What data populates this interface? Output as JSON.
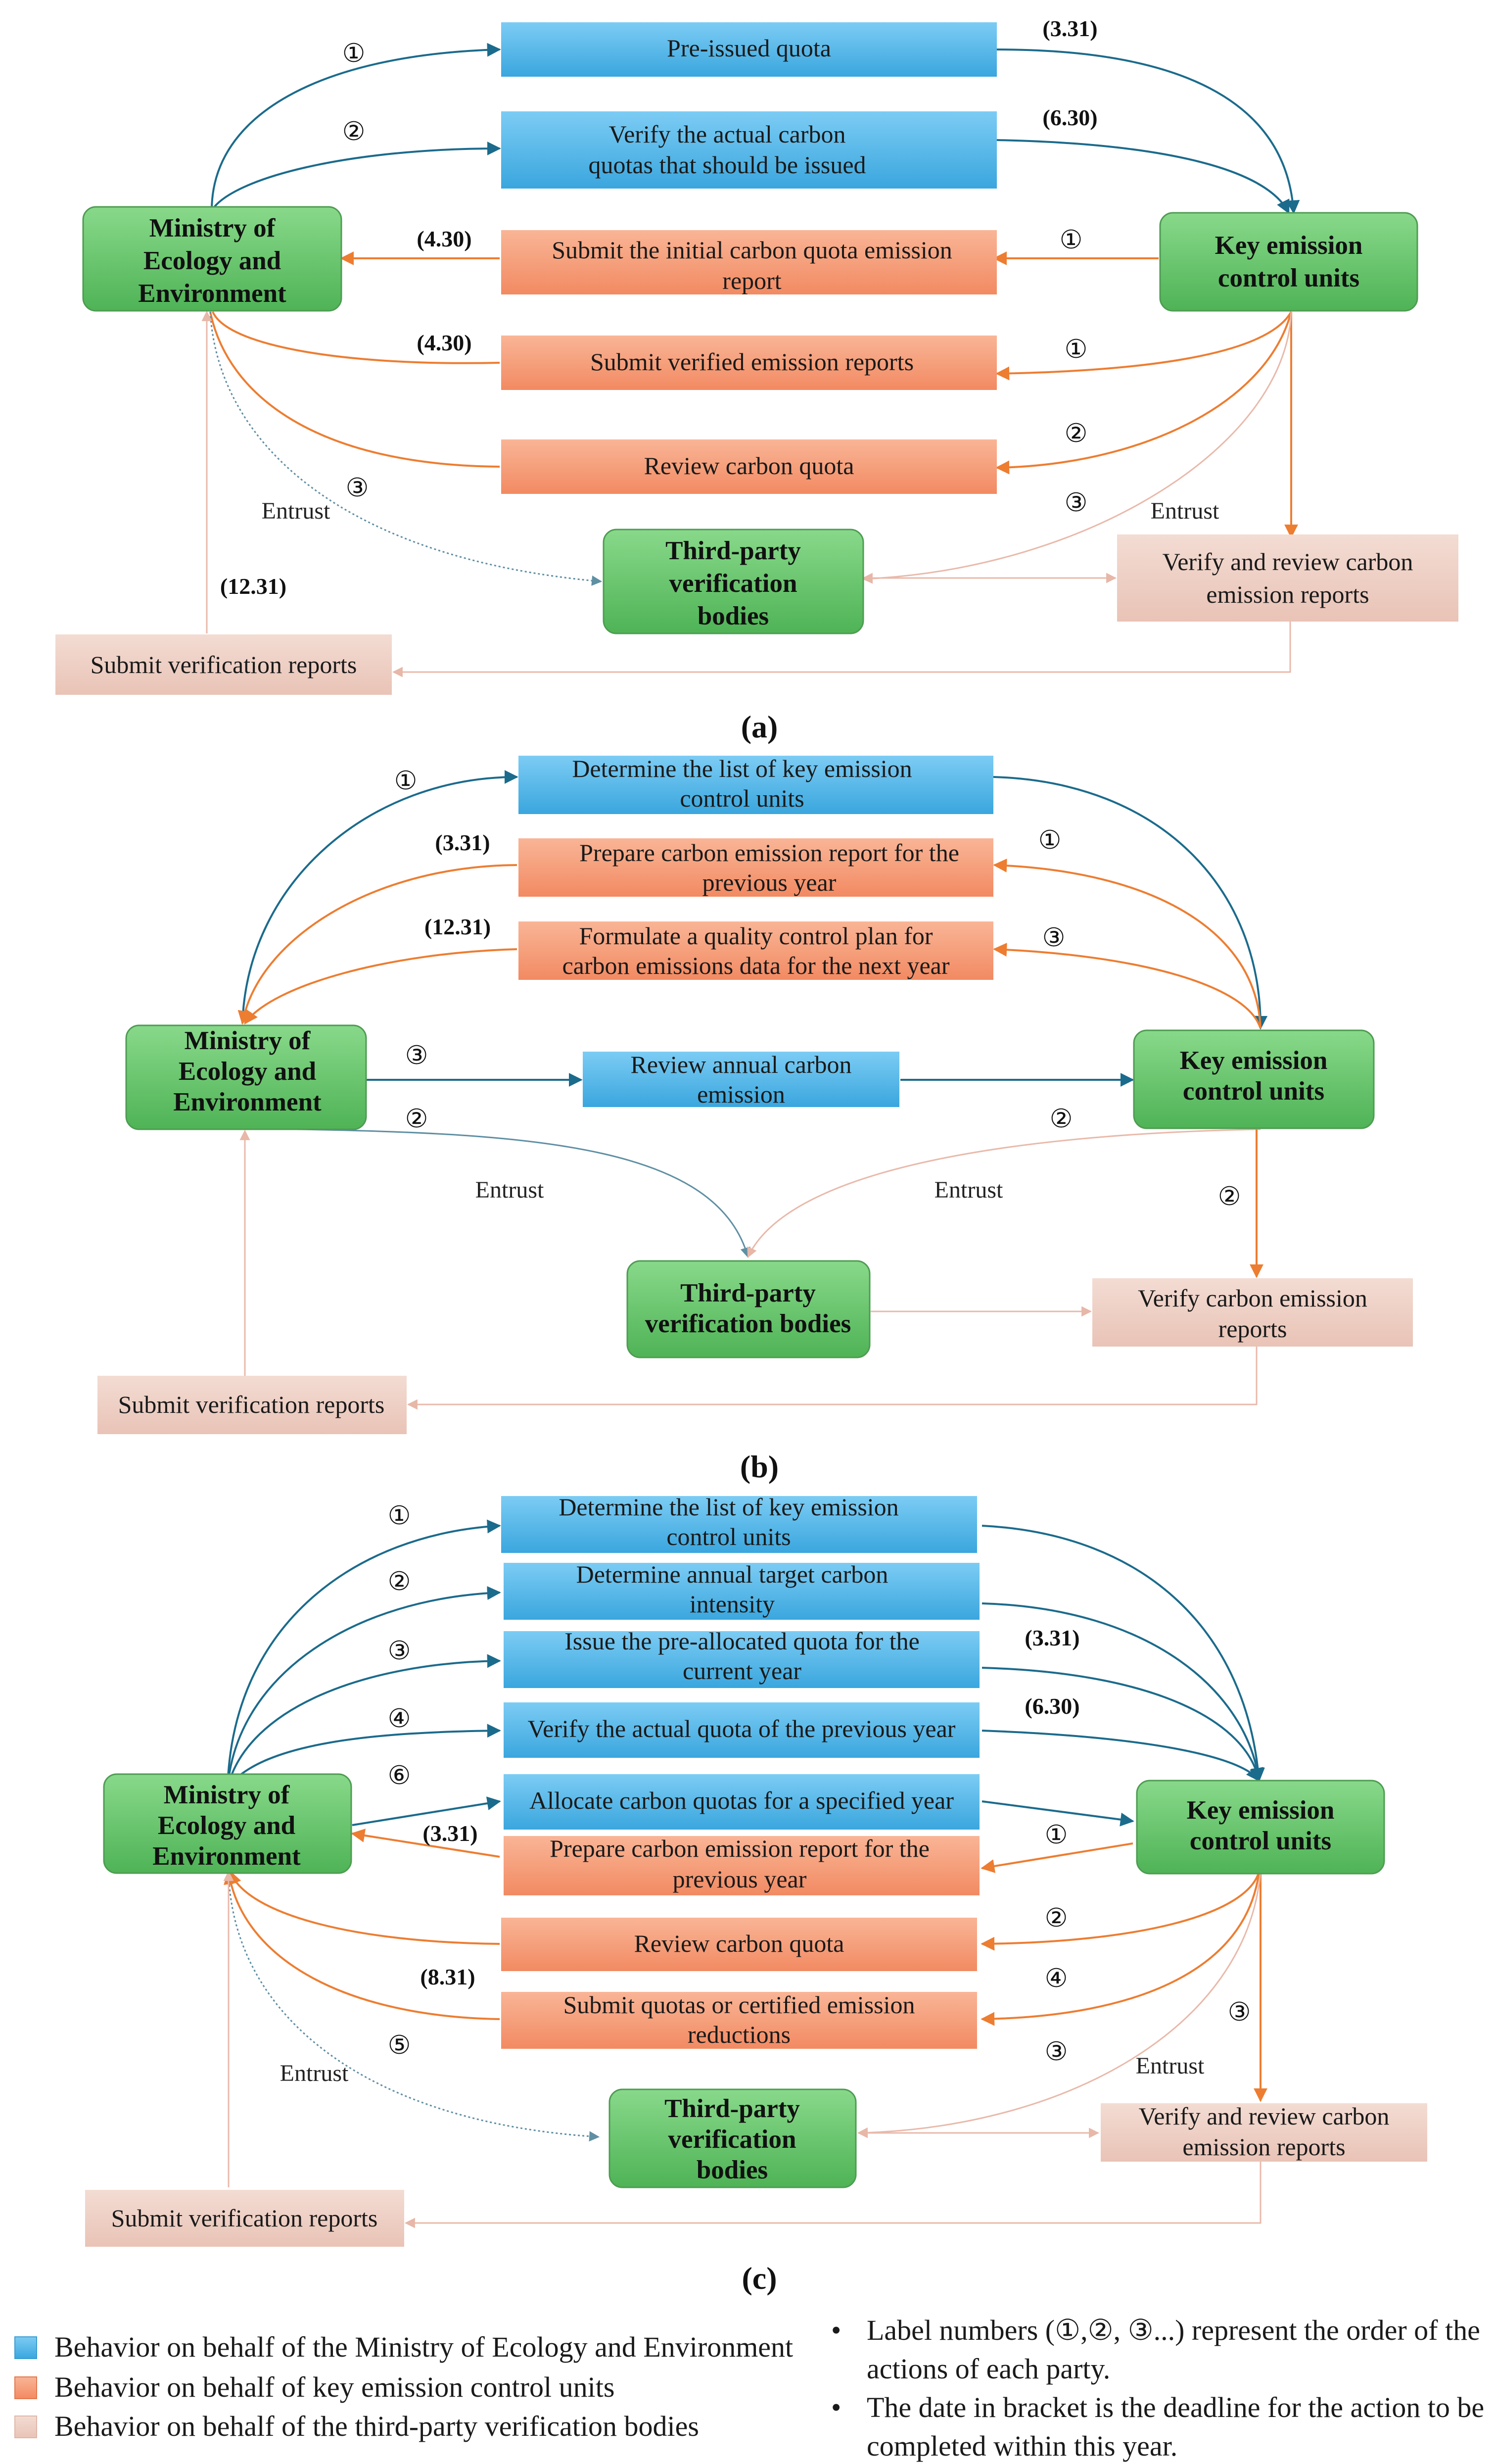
{
  "colors": {
    "ministry": "#5ab9ea",
    "ministry_line": "#1b6b8c",
    "key_emission": "#f5a07a",
    "key_line": "#ed7d31",
    "third_party": "#efcfc5",
    "third_line": "#e9b9aa",
    "entity_fill": "#6cc66f",
    "entity_stroke": "#4e9c52"
  },
  "entities": {
    "ministry": "Ministry of\nEcology and\nEnvironment",
    "key": "Key emission\ncontrol units",
    "third": "Third-party\nverification\nbodies",
    "third_b": "Third-party\nverification bodies"
  },
  "entrust": "Entrust",
  "panels": {
    "a": {
      "label": "(a)",
      "boxes": {
        "pre_issued": "Pre-issued quota",
        "verify_actual": "Verify the actual carbon\nquotas that should be issued",
        "submit_initial": "Submit the initial carbon quota emission\nreport",
        "submit_verified": "Submit verified emission reports",
        "review_quota": "Review carbon quota",
        "verify_review": "Verify and review carbon\nemission reports",
        "submit_verif": "Submit verification reports"
      },
      "steps": [
        "①",
        "②",
        "①",
        "①",
        "②",
        "③",
        "③"
      ],
      "dates": [
        "(3.31)",
        "(6.30)",
        "(4.30)",
        "(4.30)",
        "(12.31)"
      ]
    },
    "b": {
      "label": "(b)",
      "boxes": {
        "determine_list": "Determine the list of key emission\ncontrol units",
        "prepare_report": "Prepare carbon emission report for the\nprevious year",
        "formulate_plan": "Formulate a quality control plan for\ncarbon emissions data for the next year",
        "review_annual": "Review annual carbon\nemission",
        "verify_reports": "Verify carbon emission\nreports",
        "submit_verif": "Submit verification reports"
      },
      "steps": [
        "①",
        "①",
        "③",
        "③",
        "②",
        "②",
        "②"
      ],
      "dates": [
        "(3.31)",
        "(12.31)"
      ]
    },
    "c": {
      "label": "(c)",
      "boxes": {
        "determine_list": "Determine the list of key emission\ncontrol units",
        "target_intensity": "Determine annual target carbon\nintensity",
        "issue_pre": "Issue the pre-allocated quota for the\ncurrent year",
        "verify_actual": "Verify the actual quota of the previous year",
        "allocate": "Allocate carbon quotas for a specified year",
        "prepare_report": "Prepare carbon emission report for the\nprevious year",
        "review_quota": "Review carbon quota",
        "submit_quotas": "Submit quotas or certified emission\nreductions",
        "verify_review": "Verify and review carbon\nemission reports",
        "submit_verif": "Submit verification reports"
      },
      "steps": [
        "①",
        "②",
        "③",
        "④",
        "⑥",
        "⑤",
        "①",
        "②",
        "④",
        "③",
        "③"
      ],
      "dates": [
        "(3.31)",
        "(6.30)",
        "(3.31)",
        "(8.31)"
      ]
    }
  },
  "legend": {
    "items": [
      "Behavior on behalf of the Ministry of Ecology and Environment",
      "Behavior on behalf of key emission control units",
      "Behavior on behalf of the third-party verification bodies"
    ],
    "notes": [
      "Label numbers (①,②, ③...) represent the order of the actions of each party.",
      "The date in bracket is the deadline for the action to be completed within this year."
    ],
    "notes_lines": [
      "Label numbers (①,②, ③...) represent the order of the",
      "actions of each party.",
      "The date in bracket is the deadline for the action to be",
      "completed within this year."
    ],
    "bullet": "•"
  }
}
